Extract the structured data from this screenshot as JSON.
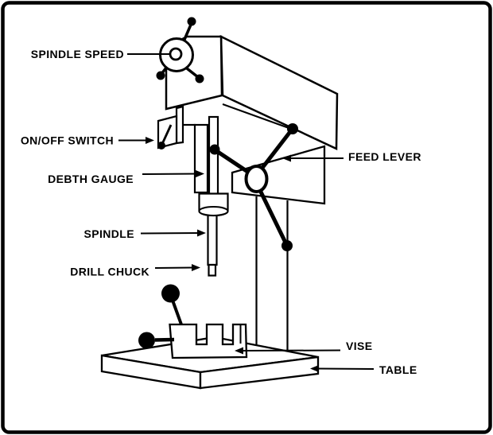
{
  "diagram": {
    "subject": "drill press",
    "background_color": "#ffffff",
    "line_color": "#000000",
    "labels": {
      "spindle_speed": "SPINDLE SPEED",
      "on_off_switch": "ON/OFF SWITCH",
      "depth_gauge": "DEBTH GAUGE",
      "feed_lever": "FEED LEVER",
      "spindle": "SPINDLE",
      "drill_chuck": "DRILL CHUCK",
      "vise": "VISE",
      "table": "TABLE"
    }
  }
}
